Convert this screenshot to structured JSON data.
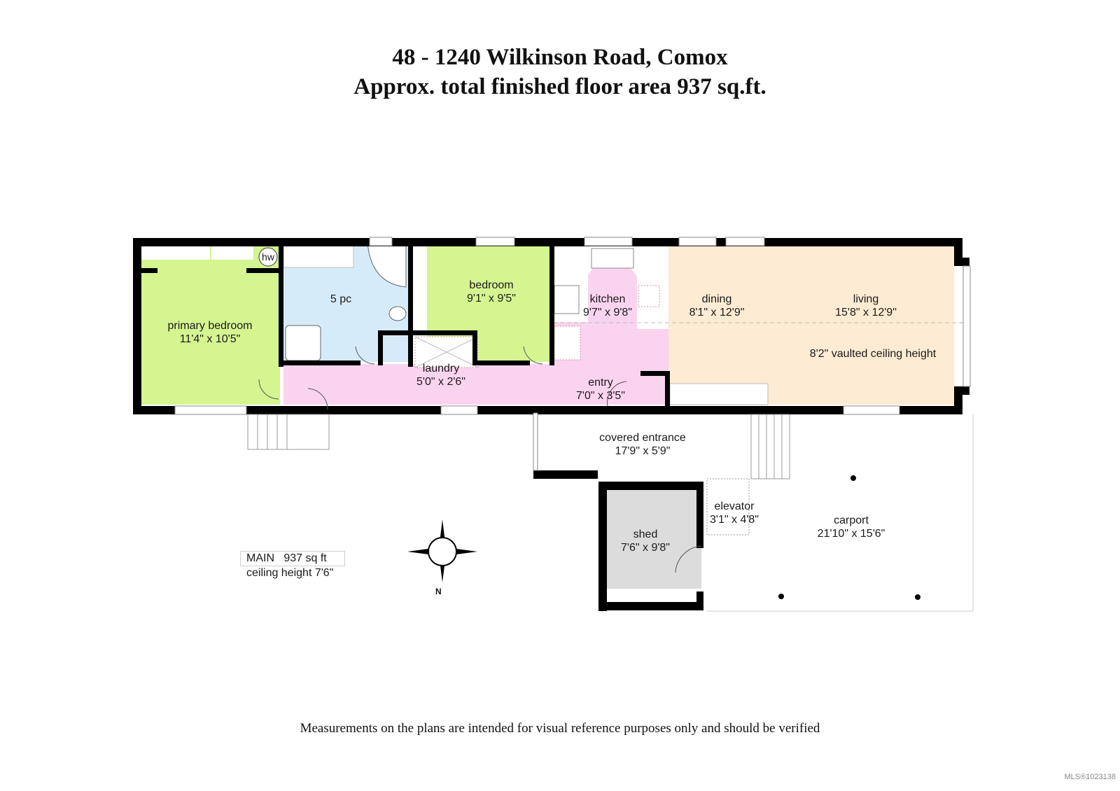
{
  "header": {
    "address": "48 - 1240 Wilkinson Road, Comox",
    "area_line": "Approx. total finished floor area 937 sq.ft."
  },
  "rooms": {
    "primary_bedroom": {
      "name": "primary bedroom",
      "size": "11'4\" x 10'5\"",
      "color": "#d4f590"
    },
    "bathroom": {
      "name": "5 pc",
      "color": "#d6ebfa"
    },
    "hot_water": {
      "name": "hw"
    },
    "bedroom": {
      "name": "bedroom",
      "size": "9'1\" x 9'5\"",
      "color": "#d4f590"
    },
    "kitchen": {
      "name": "kitchen",
      "size": "9'7\" x 9'8\"",
      "color": "#fad4ee"
    },
    "dining": {
      "name": "dining",
      "size": "8'1\" x 12'9\"",
      "color": "#fdebd3"
    },
    "living": {
      "name": "living",
      "size": "15'8\" x 12'9\"",
      "color": "#fdebd3"
    },
    "vaulted_note": "8'2\" vaulted ceiling height",
    "laundry": {
      "name": "laundry",
      "size": "5'0\" x 2'6\"",
      "color": "#fad4ee"
    },
    "entry": {
      "name": "entry",
      "size": "7'0\" x 3'5\"",
      "color": "#fad4ee"
    },
    "covered_entrance": {
      "name": "covered entrance",
      "size": "17'9\" x 5'9\""
    },
    "elevator": {
      "name": "elevator",
      "size": "3'1\" x 4'8\""
    },
    "shed": {
      "name": "shed",
      "size": "7'6\" x 9'8\"",
      "color": "#dcdcdc"
    },
    "carport": {
      "name": "carport",
      "size": "21'10\" x 15'6\""
    }
  },
  "legend": {
    "level": "MAIN   937 sq ft",
    "ceiling": "ceiling height 7'6\""
  },
  "compass": {
    "label": "N",
    "icon": "compass-rose-icon"
  },
  "footer": {
    "disclaimer": "Measurements on the plans are intended for visual reference purposes only and should be verified",
    "mls": "MLS®1023138"
  },
  "colors": {
    "wall": "#000000",
    "bedroom_green": "#d4f590",
    "bath_blue": "#d6ebfa",
    "hall_pink": "#fad4ee",
    "living_peach": "#fdebd3",
    "shed_grey": "#dcdcdc"
  }
}
